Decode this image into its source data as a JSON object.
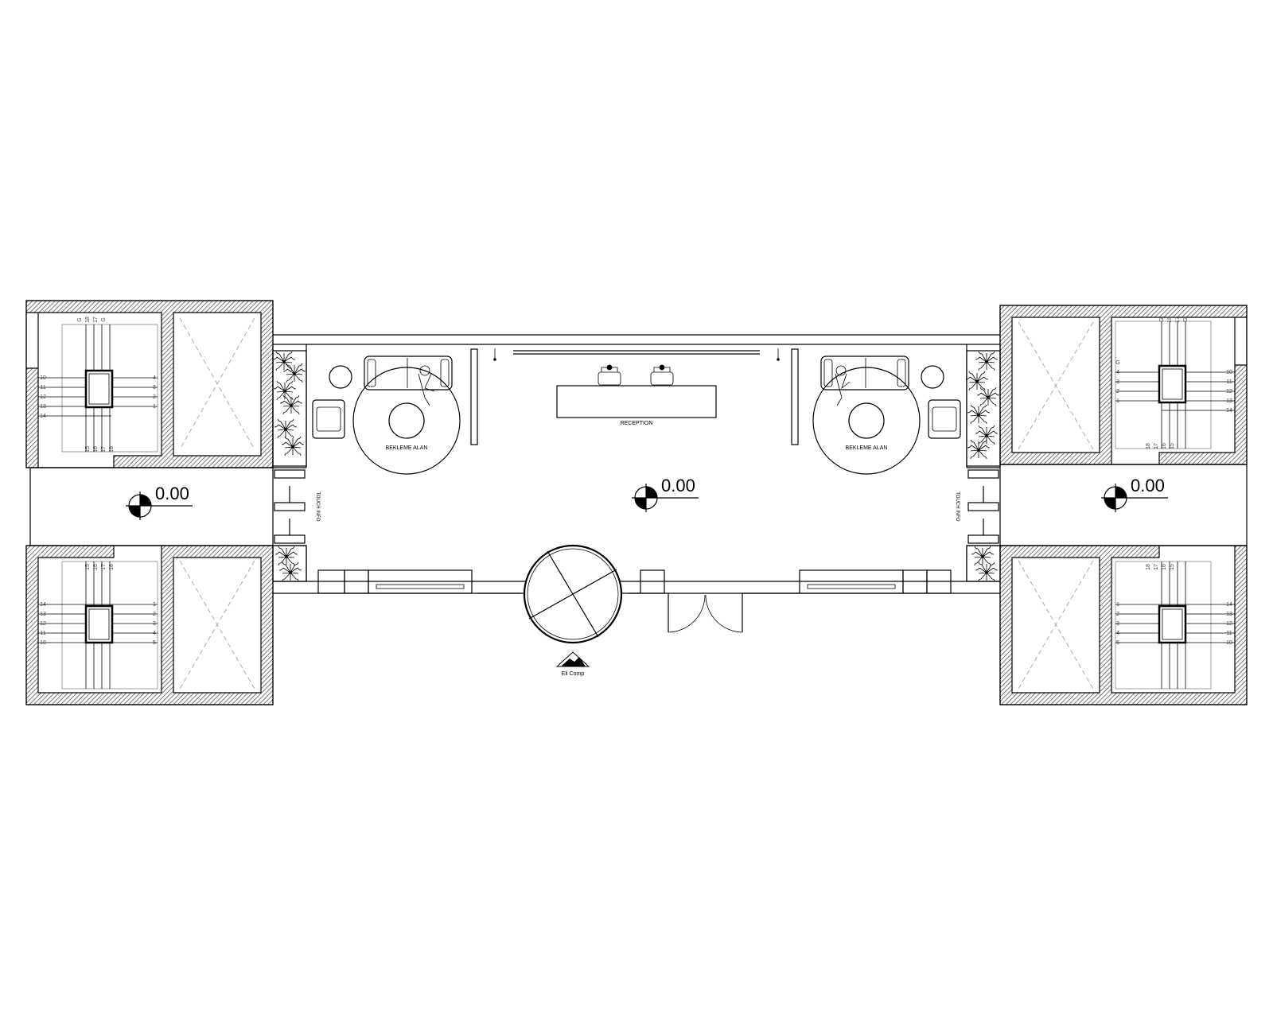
{
  "labels": {
    "level_left": "0.00",
    "level_center": "0.00",
    "level_right": "0.00",
    "seating_left": "BEKLEME ALAN",
    "seating_right": "BEKLEME ALAN",
    "reception": "RECEPTION",
    "info_left": "TOUCH INFO",
    "info_right": "TOUCH INFO",
    "logo_text": "Eli Comp"
  },
  "stairs": {
    "upper_left_top": [
      "G",
      "18",
      "17",
      "G"
    ],
    "upper_left_left": [
      "10",
      "11",
      "12",
      "13",
      "14"
    ],
    "upper_left_right": [
      "4",
      "3",
      "2",
      "1"
    ],
    "upper_left_bottom": [
      "15",
      "16",
      "17",
      "18"
    ],
    "lower_left_top": [
      "15",
      "16",
      "17",
      "18"
    ],
    "lower_left_left": [
      "14",
      "13",
      "12",
      "11",
      "10"
    ],
    "lower_left_right": [
      "1",
      "2",
      "3",
      "4",
      "5"
    ],
    "upper_right_top": [
      "G",
      "18",
      "17",
      "G"
    ],
    "upper_right_left": [
      "G",
      "4",
      "3",
      "2",
      "1"
    ],
    "upper_right_right": [
      "10",
      "11",
      "12",
      "13",
      "14"
    ],
    "upper_right_bottom": [
      "18",
      "17",
      "16",
      "15"
    ],
    "lower_right_top": [
      "18",
      "17",
      "16",
      "15"
    ],
    "lower_right_left": [
      "1",
      "2",
      "3",
      "4",
      "5"
    ],
    "lower_right_right": [
      "14",
      "13",
      "12",
      "11",
      "10"
    ]
  },
  "colors": {
    "line": "#000000",
    "hatch": "#555555",
    "background": "#ffffff"
  }
}
